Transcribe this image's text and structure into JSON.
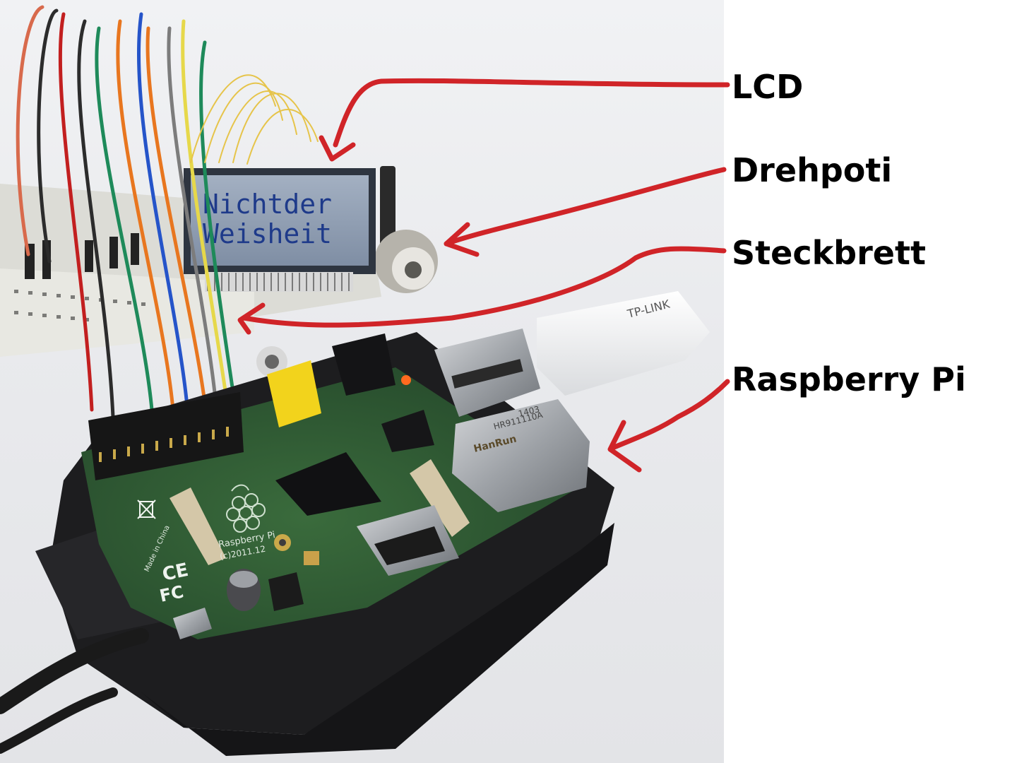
{
  "lcd_display": {
    "line1": "Nichtder",
    "line2": "Weisheit"
  },
  "callouts": {
    "lcd": "LCD",
    "drehpoti": "Drehpoti",
    "steckbrett": "Steckbrett",
    "raspberry_pi": "Raspberry Pi"
  },
  "board_print": {
    "model": "Raspberry Pi",
    "copyright": "(c)2011.12",
    "origin": "Made in China",
    "ce": "CE",
    "fcc": "FC"
  },
  "ethernet_jack": {
    "brand": "HanRun",
    "part": "HR911110A",
    "code": "1403"
  },
  "wifi_dongle": {
    "brand": "TP-LINK"
  },
  "colors": {
    "arrow": "#d02428",
    "label_text": "#000000",
    "pcb": "#2f5a32",
    "case": "#1d1d1f",
    "lcd_screen": "#8e9cb0",
    "lcd_text": "#1e3a8a"
  }
}
